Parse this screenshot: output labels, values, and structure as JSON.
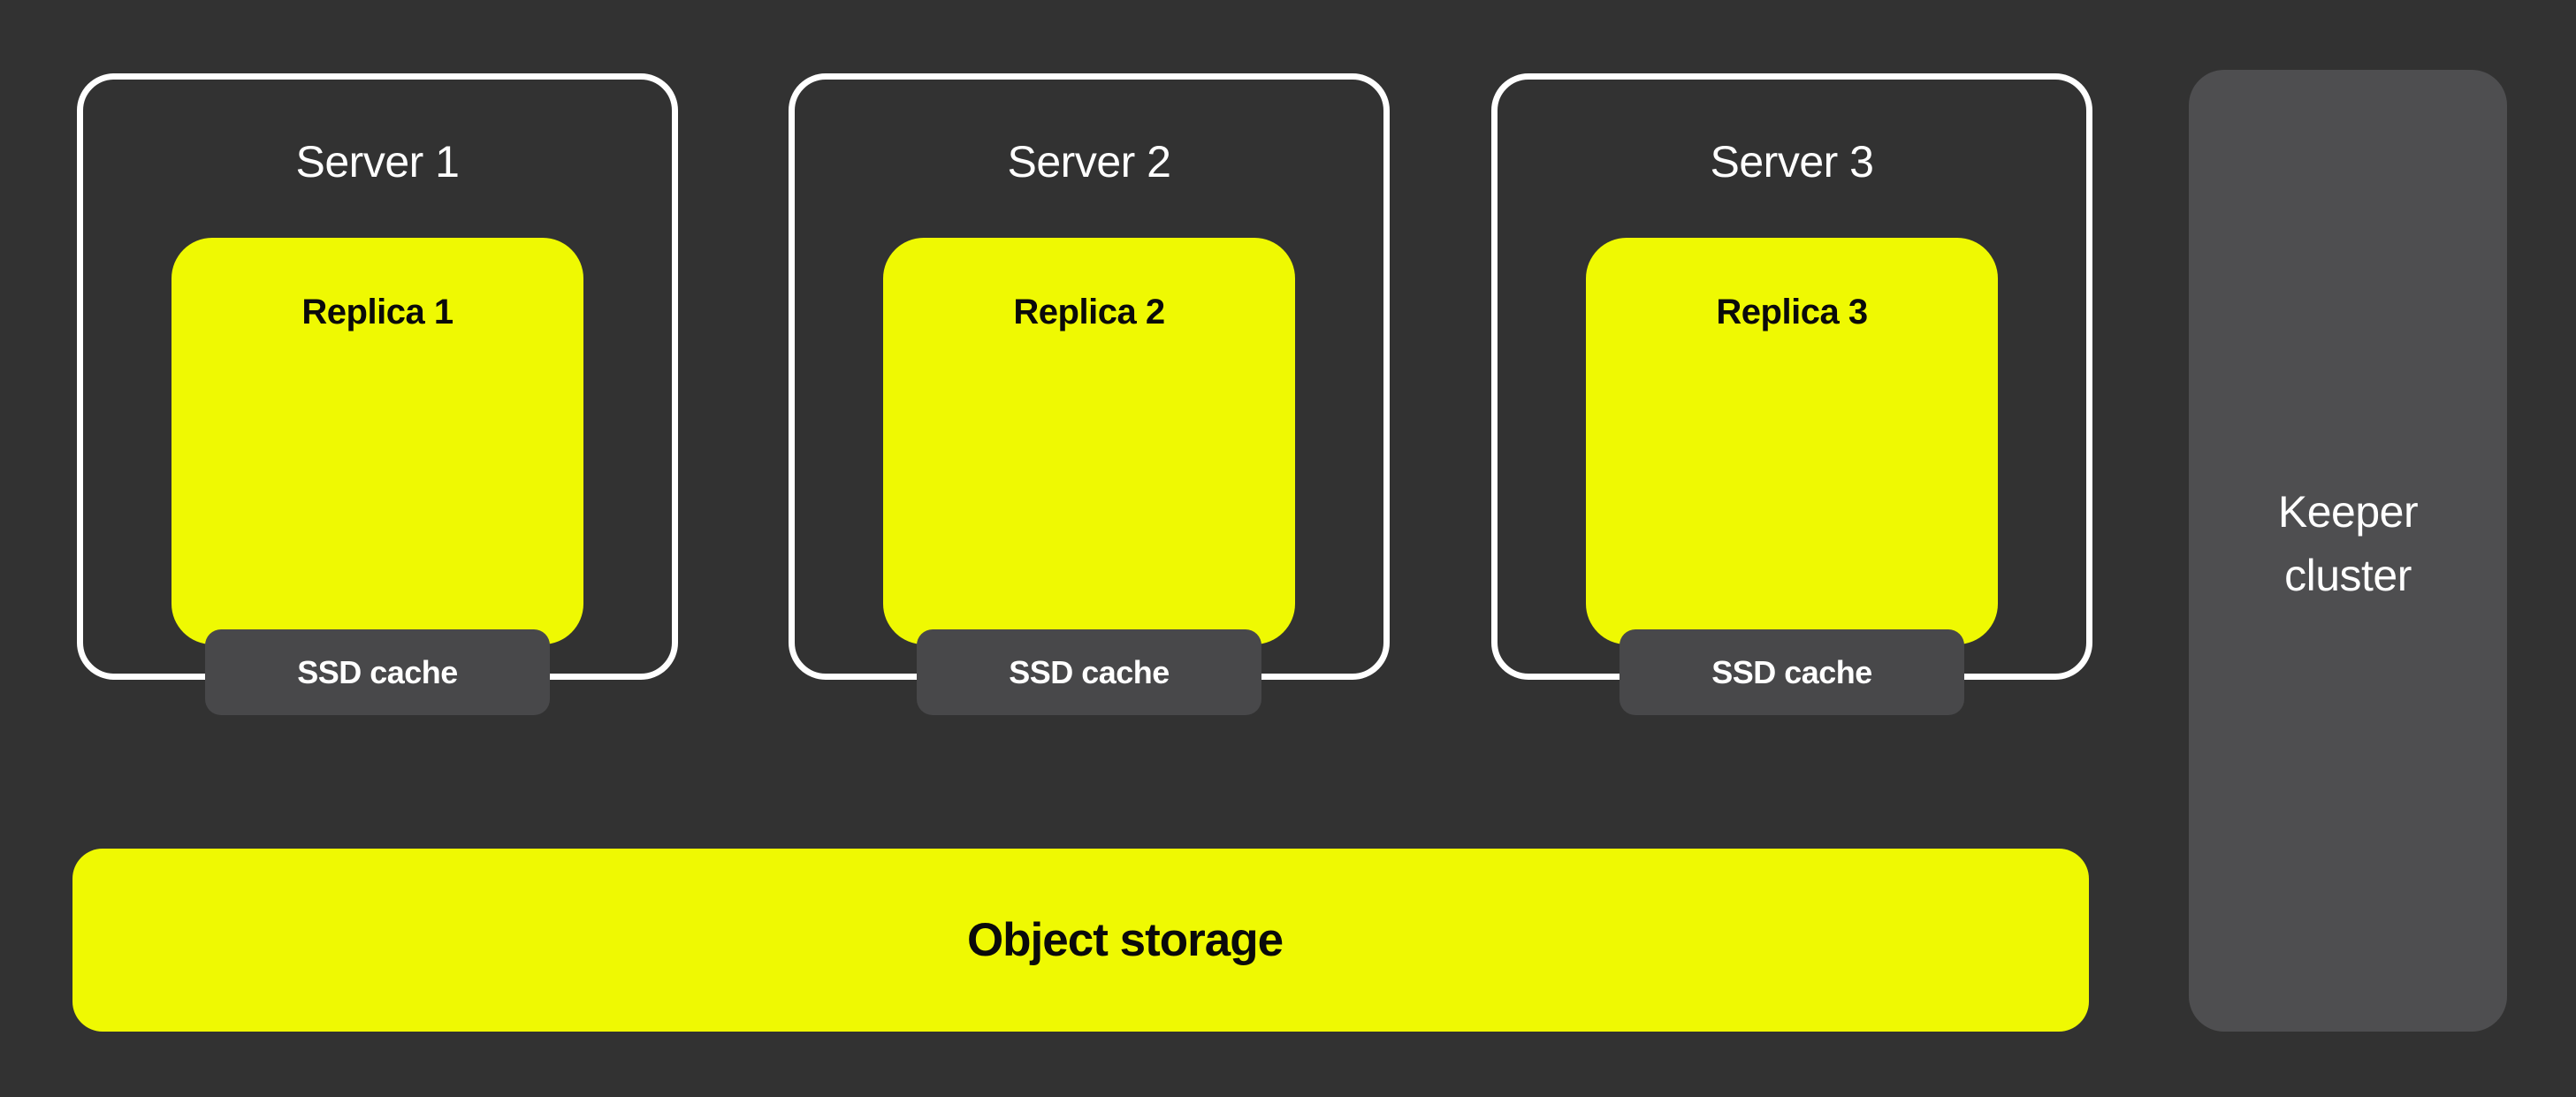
{
  "diagram": {
    "servers": [
      {
        "label": "Server 1",
        "replica_label": "Replica 1",
        "cache_label": "SSD cache"
      },
      {
        "label": "Server 2",
        "replica_label": "Replica 2",
        "cache_label": "SSD cache"
      },
      {
        "label": "Server 3",
        "replica_label": "Replica 3",
        "cache_label": "SSD cache"
      }
    ],
    "object_storage": {
      "label": "Object storage"
    },
    "keeper_cluster": {
      "line1": "Keeper",
      "line2": "cluster"
    }
  },
  "colors": {
    "background": "#323232",
    "accent_yellow": "#EFF902",
    "cache_gray": "#48484A",
    "keeper_gray": "#4E4E50",
    "border_white": "#FFFFFF",
    "text_light": "#FFFFFF",
    "text_dark": "#0A0A0A"
  }
}
